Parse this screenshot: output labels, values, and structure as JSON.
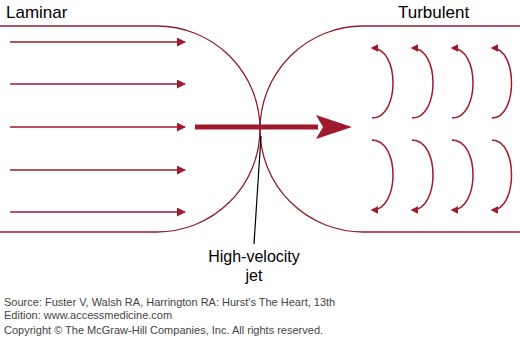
{
  "diagram": {
    "labels": [
      "Laminar",
      "Turbulent",
      "High-velocity jet",
      "Source: Fuster V, Walsh RA, Harrington RA: Hurst's The Heart, 13th Edition: www.accessmedicine.com",
      "Copyright © The McGraw-Hill Companies, Inc. All rights reserved."
    ]
  }
}
